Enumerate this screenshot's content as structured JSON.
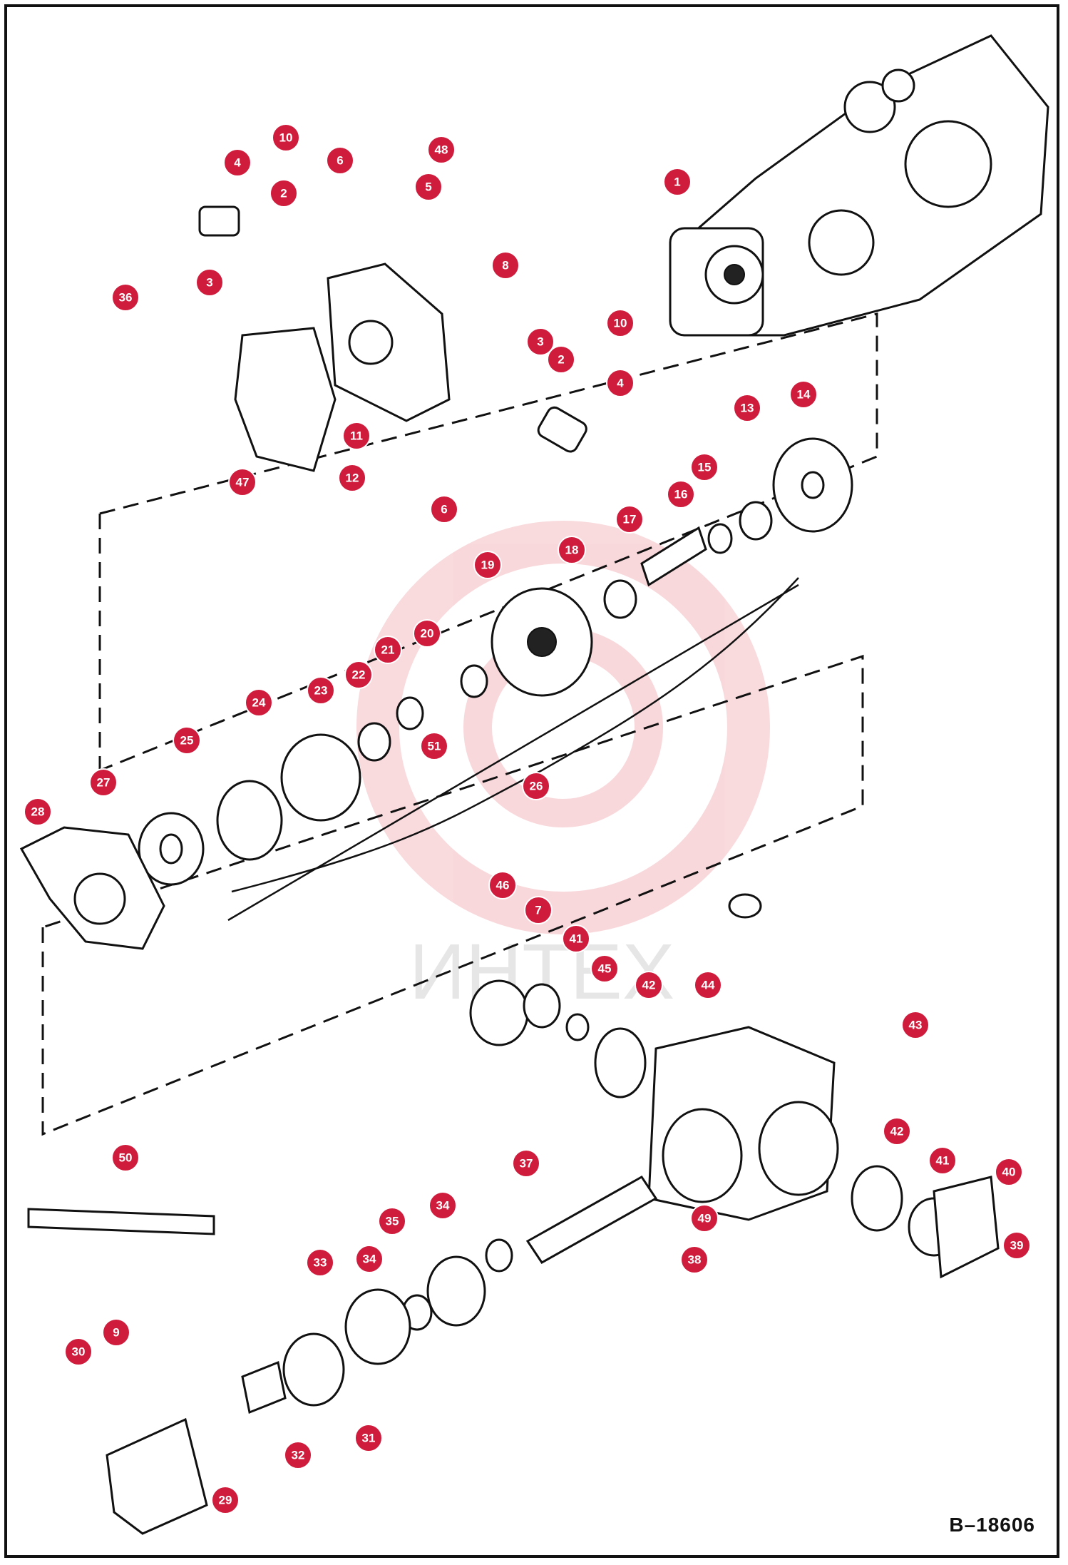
{
  "diagram": {
    "reference_code": "B–18606",
    "watermark_text": "ИНТЕХ",
    "callout_color": "#d01c3c",
    "callouts": [
      {
        "n": "1"
      },
      {
        "n": "2"
      },
      {
        "n": "2"
      },
      {
        "n": "3"
      },
      {
        "n": "3"
      },
      {
        "n": "4"
      },
      {
        "n": "4"
      },
      {
        "n": "5"
      },
      {
        "n": "6"
      },
      {
        "n": "6"
      },
      {
        "n": "7"
      },
      {
        "n": "8"
      },
      {
        "n": "9"
      },
      {
        "n": "10"
      },
      {
        "n": "10"
      },
      {
        "n": "11"
      },
      {
        "n": "12"
      },
      {
        "n": "13"
      },
      {
        "n": "14"
      },
      {
        "n": "15"
      },
      {
        "n": "16"
      },
      {
        "n": "17"
      },
      {
        "n": "18"
      },
      {
        "n": "19"
      },
      {
        "n": "20"
      },
      {
        "n": "21"
      },
      {
        "n": "22"
      },
      {
        "n": "23"
      },
      {
        "n": "24"
      },
      {
        "n": "25"
      },
      {
        "n": "26"
      },
      {
        "n": "27"
      },
      {
        "n": "28"
      },
      {
        "n": "29"
      },
      {
        "n": "30"
      },
      {
        "n": "31"
      },
      {
        "n": "32"
      },
      {
        "n": "33"
      },
      {
        "n": "34"
      },
      {
        "n": "34"
      },
      {
        "n": "35"
      },
      {
        "n": "36"
      },
      {
        "n": "37"
      },
      {
        "n": "38"
      },
      {
        "n": "39"
      },
      {
        "n": "40"
      },
      {
        "n": "41"
      },
      {
        "n": "41"
      },
      {
        "n": "42"
      },
      {
        "n": "42"
      },
      {
        "n": "43"
      },
      {
        "n": "44"
      },
      {
        "n": "45"
      },
      {
        "n": "46"
      },
      {
        "n": "47"
      },
      {
        "n": "48"
      },
      {
        "n": "49"
      },
      {
        "n": "50"
      },
      {
        "n": "51"
      }
    ]
  }
}
